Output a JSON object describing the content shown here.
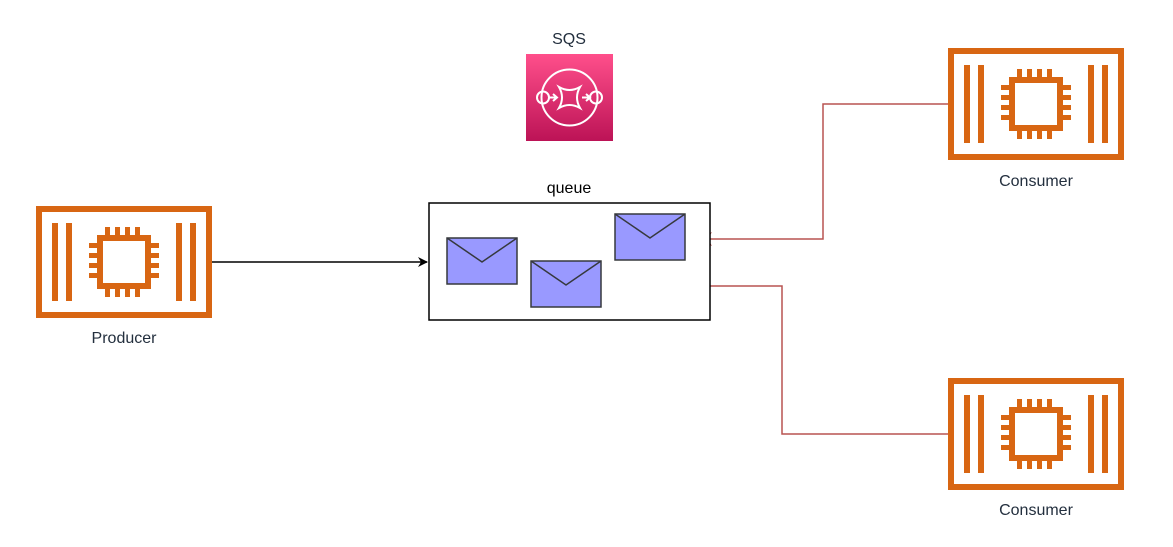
{
  "title": "SQS",
  "queue": {
    "label": "queue",
    "message_count": 3
  },
  "producer": {
    "label": "Producer",
    "icon": "ec2-instance-icon"
  },
  "consumers": [
    {
      "label": "Consumer",
      "icon": "ec2-instance-icon"
    },
    {
      "label": "Consumer",
      "icon": "ec2-instance-icon"
    }
  ],
  "sqs_icon": "sqs-service-icon",
  "colors": {
    "ec2": "#d86613",
    "sqs_top": "#ff4f8b",
    "sqs_bottom": "#bc1356",
    "message": "#9999ff",
    "consumer_arrow": "#b85450",
    "producer_arrow": "#000000"
  }
}
